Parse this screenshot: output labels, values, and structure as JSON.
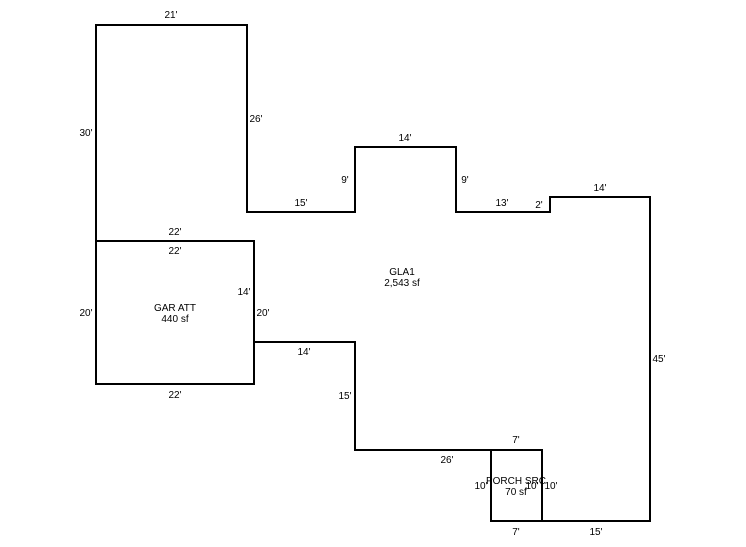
{
  "line_color": "#000000",
  "background": "#ffffff",
  "areas": {
    "gla": {
      "name": "GLA1",
      "size": "2,543 sf"
    },
    "garage": {
      "name": "GAR ATT",
      "size": "440 sf"
    },
    "porch": {
      "name": "PORCH SRC",
      "size": "70 sf"
    }
  },
  "dimensions": {
    "main_top": "21'",
    "main_left_upper": "30'",
    "main_inner_right": "26'",
    "main_step_low": "15'",
    "bump_left": "9'",
    "bump_top": "14'",
    "bump_right": "9'",
    "after_bump": "13'",
    "small_step": "2'",
    "east_top": "14'",
    "east_right": "45'",
    "bottom_right": "15'",
    "bottom_inner": "26'",
    "inner_vertical": "15'",
    "under_garage": "14'",
    "garage_top_outer": "22'",
    "garage_top_inner": "22'",
    "garage_left": "20'",
    "garage_right_inner": "14'",
    "garage_right_outer": "20'",
    "garage_bottom": "22'",
    "porch_top": "7'",
    "porch_left": "10'",
    "porch_right_inner": "10'",
    "porch_right_outer": "10'",
    "porch_bottom": "7'"
  }
}
